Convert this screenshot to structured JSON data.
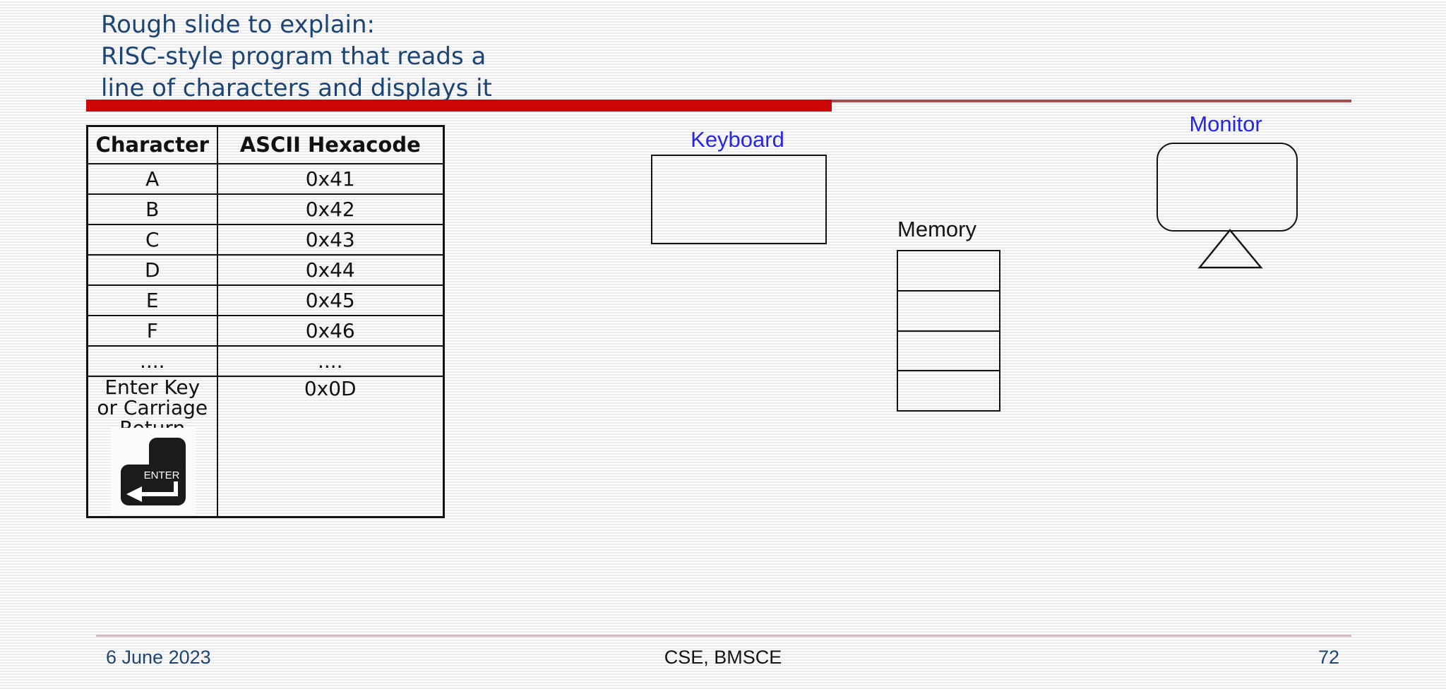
{
  "slide": {
    "title_lines": [
      "Rough slide to explain:",
      "RISC-style program that reads a",
      "line of characters and displays it"
    ],
    "footer": {
      "date": "6 June 2023",
      "center": "CSE, BMSCE",
      "page_number": "72"
    }
  },
  "ascii_table": {
    "headers": [
      "Character",
      "ASCII Hexacode"
    ],
    "rows": [
      [
        "A",
        "0x41"
      ],
      [
        "B",
        "0x42"
      ],
      [
        "C",
        "0x43"
      ],
      [
        "D",
        "0x44"
      ],
      [
        "E",
        "0x45"
      ],
      [
        "F",
        "0x46"
      ],
      [
        "....",
        "...."
      ]
    ],
    "last_row": {
      "character_lines": [
        "Enter Key",
        "or Carriage",
        "Return"
      ],
      "hexacode": "0x0D"
    },
    "enter_key_icon_label": "ENTER"
  },
  "devices": {
    "keyboard_label": "Keyboard",
    "memory_label": "Memory",
    "memory_cell_count": 4,
    "monitor_label": "Monitor"
  },
  "colors": {
    "title_text": "#1d4573",
    "accent_bar_red": "#cd0707",
    "accent_line_red": "#a64c4c",
    "device_label_blue": "#2626e6",
    "footer_divider_pink": "#d9b3c6",
    "footer_text_navy": "#1d4573",
    "table_border": "#141414",
    "enter_key_fill": "#1b1b1b"
  }
}
